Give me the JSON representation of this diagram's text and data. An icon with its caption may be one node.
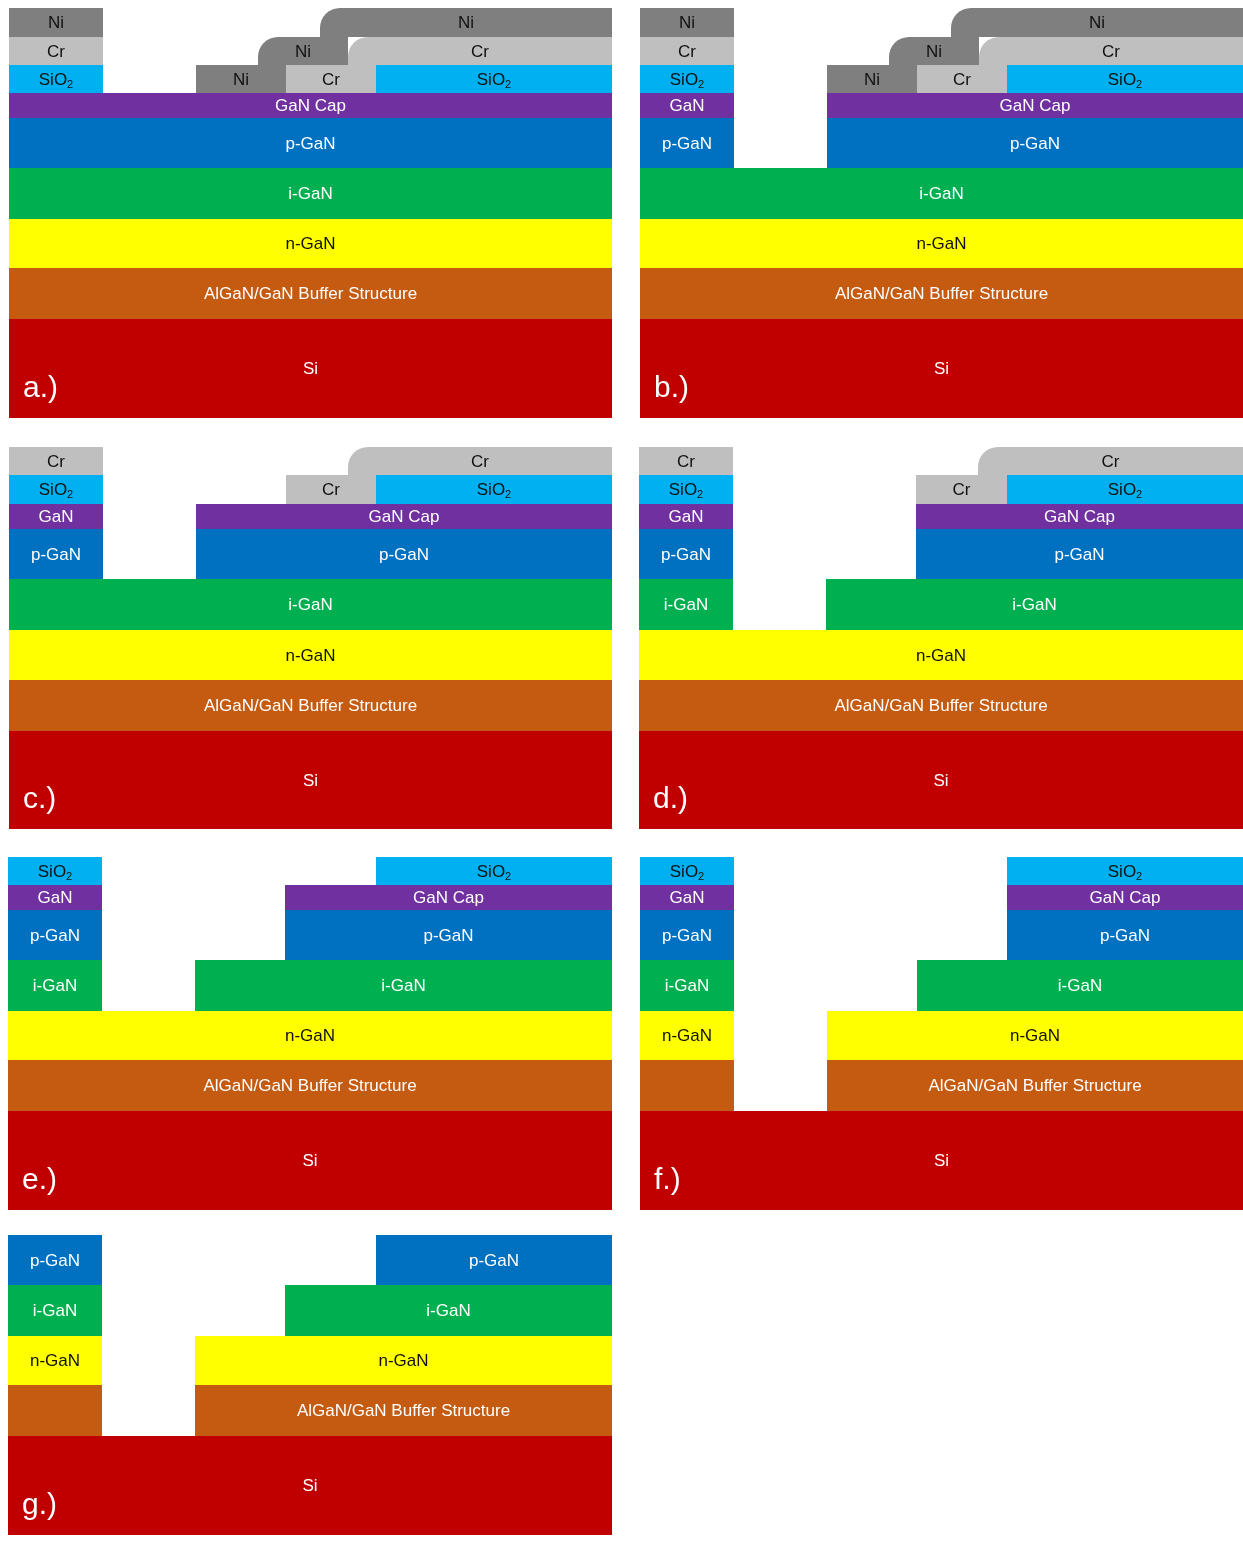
{
  "diagram": {
    "nodes": [
      {
        "text": [
          "Ni"
        ]
      },
      {
        "text": [
          "Ni"
        ]
      },
      {
        "text": [
          "Cr"
        ]
      },
      {
        "text": [
          "Ni"
        ]
      },
      {
        "text": [
          "Cr"
        ]
      },
      {
        "text": [
          "SiO$_{2}$"
        ]
      },
      {
        "text": [
          "Ni"
        ]
      },
      {
        "text": [
          "Cr"
        ]
      },
      {
        "text": [
          "SiO$_{2}$"
        ]
      },
      {
        "text": [
          "GaN Cap"
        ]
      },
      {
        "text": [
          "p-GaN"
        ]
      },
      {
        "text": [
          "i-GaN"
        ]
      },
      {
        "text": [
          "n-GaN"
        ]
      },
      {
        "text": [
          "AlGaN/GaN Buffer Structure"
        ]
      },
      {
        "text": [
          "Si"
        ]
      },
      {
        "text": [
          "Ni"
        ]
      },
      {
        "text": [
          "Ni"
        ]
      },
      {
        "text": [
          "Cr"
        ]
      },
      {
        "text": [
          "Ni"
        ]
      },
      {
        "text": [
          "Cr"
        ]
      },
      {
        "text": [
          "SiO$_{2}$"
        ]
      },
      {
        "text": [
          "Ni"
        ]
      },
      {
        "text": [
          "Cr"
        ]
      },
      {
        "text": [
          "SiO$_{2}$"
        ]
      },
      {
        "text": [
          "GaN"
        ]
      },
      {
        "text": [
          "GaN Cap"
        ]
      },
      {
        "text": [
          "p-GaN"
        ]
      },
      {
        "text": [
          "p-GaN"
        ]
      },
      {
        "text": [
          "i-GaN"
        ]
      },
      {
        "text": [
          "n-GaN"
        ]
      },
      {
        "text": [
          "AlGaN/GaN Buffer Structure"
        ]
      },
      {
        "text": [
          "Si"
        ]
      },
      {
        "text": [
          "Cr"
        ]
      },
      {
        "text": [
          "Cr"
        ]
      },
      {
        "text": [
          "SiO$_{2}$"
        ]
      },
      {
        "text": [
          "Cr"
        ]
      },
      {
        "text": [
          "SiO$_{2}$"
        ]
      },
      {
        "text": [
          "GaN"
        ]
      },
      {
        "text": [
          "GaN Cap"
        ]
      },
      {
        "text": [
          "p-GaN"
        ]
      },
      {
        "text": [
          "p-GaN"
        ]
      },
      {
        "text": [
          "i-GaN"
        ]
      },
      {
        "text": [
          "n-GaN"
        ]
      },
      {
        "text": [
          "AlGaN/GaN Buffer Structure"
        ]
      },
      {
        "text": [
          "Si"
        ]
      },
      {
        "text": [
          "Cr"
        ]
      },
      {
        "text": [
          "Cr"
        ]
      },
      {
        "text": [
          "SiO$_{2}$"
        ]
      },
      {
        "text": [
          "Cr"
        ]
      },
      {
        "text": [
          "SiO$_{2}$"
        ]
      },
      {
        "text": [
          "GaN"
        ]
      },
      {
        "text": [
          "GaN Cap"
        ]
      },
      {
        "text": [
          "p-GaN"
        ]
      },
      {
        "text": [
          "p-GaN"
        ]
      },
      {
        "text": [
          "i-GaN"
        ]
      },
      {
        "text": [
          "i-GaN"
        ]
      },
      {
        "text": [
          "n-GaN"
        ]
      },
      {
        "text": [
          "AlGaN/GaN Buffer Structure"
        ]
      },
      {
        "text": [
          "Si"
        ]
      },
      {
        "text": [
          "SiO$_{2}$"
        ]
      },
      {
        "text": [
          "SiO$_{2}$"
        ]
      },
      {
        "text": [
          "GaN"
        ]
      },
      {
        "text": [
          "GaN Cap"
        ]
      },
      {
        "text": [
          "p-GaN"
        ]
      },
      {
        "text": [
          "p-GaN"
        ]
      },
      {
        "text": [
          "i-GaN"
        ]
      },
      {
        "text": [
          "i-GaN"
        ]
      },
      {
        "text": [
          "n-GaN"
        ]
      },
      {
        "text": [
          "AlGaN/GaN Buffer Structure"
        ]
      },
      {
        "text": [
          "Si"
        ]
      },
      {
        "text": [
          "SiO$_{2}$"
        ]
      },
      {
        "text": [
          "SiO$_{2}$"
        ]
      },
      {
        "text": [
          "GaN"
        ]
      },
      {
        "text": [
          "GaN Cap"
        ]
      },
      {
        "text": [
          "p-GaN"
        ]
      },
      {
        "text": [
          "p-GaN"
        ]
      },
      {
        "text": [
          "i-GaN"
        ]
      },
      {
        "text": [
          "i-GaN"
        ]
      },
      {
        "text": [
          "n-GaN"
        ]
      },
      {
        "text": [
          "n-GaN"
        ]
      },
      {
        "text": [],
        "shape": "box"
      },
      {
        "text": [
          "AlGaN/GaN Buffer Structure"
        ]
      },
      {
        "text": [
          "Si"
        ]
      },
      {
        "text": [
          "p-GaN"
        ]
      },
      {
        "text": [
          "p-GaN"
        ]
      },
      {
        "text": [
          "i-GaN"
        ]
      },
      {
        "text": [
          "i-GaN"
        ]
      },
      {
        "text": [
          "n-GaN"
        ]
      },
      {
        "text": [
          "n-GaN"
        ]
      },
      {
        "text": [],
        "shape": "box"
      },
      {
        "text": [
          "AlGaN/GaN Buffer Structure"
        ]
      },
      {
        "text": [
          "Si"
        ]
      }
    ],
    "labels": [
      "a.)",
      "b.)",
      "c.)",
      "d.)",
      "e.)",
      "f.)",
      "g.)"
    ]
  }
}
